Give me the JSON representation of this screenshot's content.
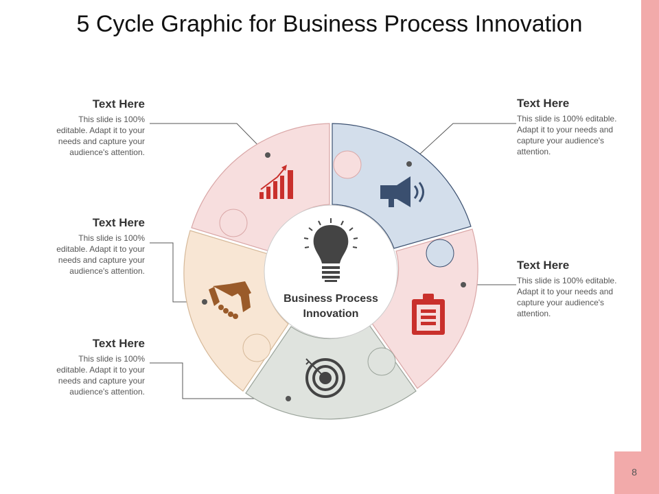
{
  "title": "5 Cycle Graphic for Business Process Innovation",
  "center": {
    "line1": "Business Process",
    "line2": "Innovation"
  },
  "page_number": "8",
  "segments": [
    {
      "heading": "Text Here",
      "body": "This slide is 100% editable. Adapt it to your needs and capture your audience's attention.",
      "color": "#f7dede",
      "icon": "bar-chart-icon"
    },
    {
      "heading": "Text Here",
      "body": "This slide is 100% editable. Adapt it to your needs and capture your audience's attention.",
      "color": "#d3deeb",
      "icon": "megaphone-icon"
    },
    {
      "heading": "Text Here",
      "body": "This slide is 100% editable. Adapt it to your needs and capture your audience's attention.",
      "color": "#f7dede",
      "icon": "clipboard-icon"
    },
    {
      "heading": "Text Here",
      "body": "This slide is 100% editable. Adapt it to your needs and capture your audience's attention.",
      "color": "#dfe3de",
      "icon": "target-icon"
    },
    {
      "heading": "Text Here",
      "body": "This slide is 100% editable. Adapt it to your needs and capture your audience's attention.",
      "color": "#f8e6d4",
      "icon": "handshake-icon"
    }
  ],
  "colors": {
    "accent": "#f2aaaa",
    "chart_red": "#c9302c",
    "megaphone_blue": "#3a4f6f",
    "handshake_brown": "#9a5b2a",
    "icon_gray": "#444444"
  }
}
